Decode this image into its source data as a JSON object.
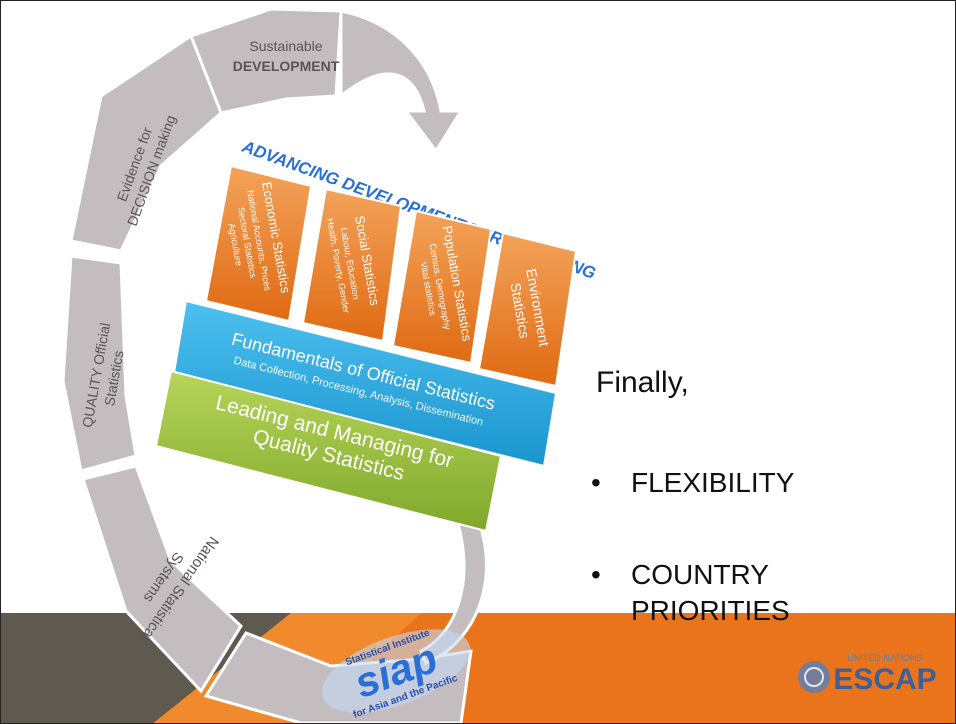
{
  "diagram": {
    "ring_segments": [
      {
        "line1": "Sustainable",
        "line2": "DEVELOPMENT"
      },
      {
        "line1": "Evidence for",
        "line2": "DECISION making"
      },
      {
        "line1": "QUALITY Official",
        "line2": "Statistics"
      },
      {
        "line1": "National Statistical",
        "line2": "Systems"
      }
    ],
    "arc_title": "ADVANCING DEVELOPMENT THRU TRAINING",
    "pillars": [
      {
        "title": "Economic Statistics",
        "sub1": "National Accounts, Prices",
        "sub2": "Sectoral Statistics",
        "sub3": "Agriculture"
      },
      {
        "title": "Social Statistics",
        "sub1": "Labour, Education",
        "sub2": "Health, Poverty, Gender",
        "sub3": ""
      },
      {
        "title": "Population Statistics",
        "sub1": "Census, Demography",
        "sub2": "Vital statistics",
        "sub3": ""
      },
      {
        "title": "Environment",
        "sub1": "Statistics",
        "sub2": "",
        "sub3": ""
      }
    ],
    "blue_bar": {
      "title": "Fundamentals of Official Statistics",
      "subtitle": "Data Collection, Processing, Analysis, Dissemination"
    },
    "green_bar": {
      "line1": "Leading and Managing for",
      "line2": "Quality Statistics"
    },
    "siap_logo": {
      "top": "Statistical Institute",
      "word": "siap",
      "bottom": "for Asia and the Pacific"
    }
  },
  "text": {
    "heading": "Finally,",
    "bullets": [
      "FLEXIBILITY",
      "COUNTRY",
      "PRIORITIES"
    ],
    "bullet_symbol": "•"
  },
  "footer": {
    "escap_logo": "ESCAP",
    "escap_small": "UNITED NATIONS"
  },
  "colors": {
    "orange": "#e9741b",
    "blue": "#2aa7de",
    "green": "#8db83a",
    "ring_gray": "#b9b2b5",
    "title_blue": "#2a6fd6"
  }
}
